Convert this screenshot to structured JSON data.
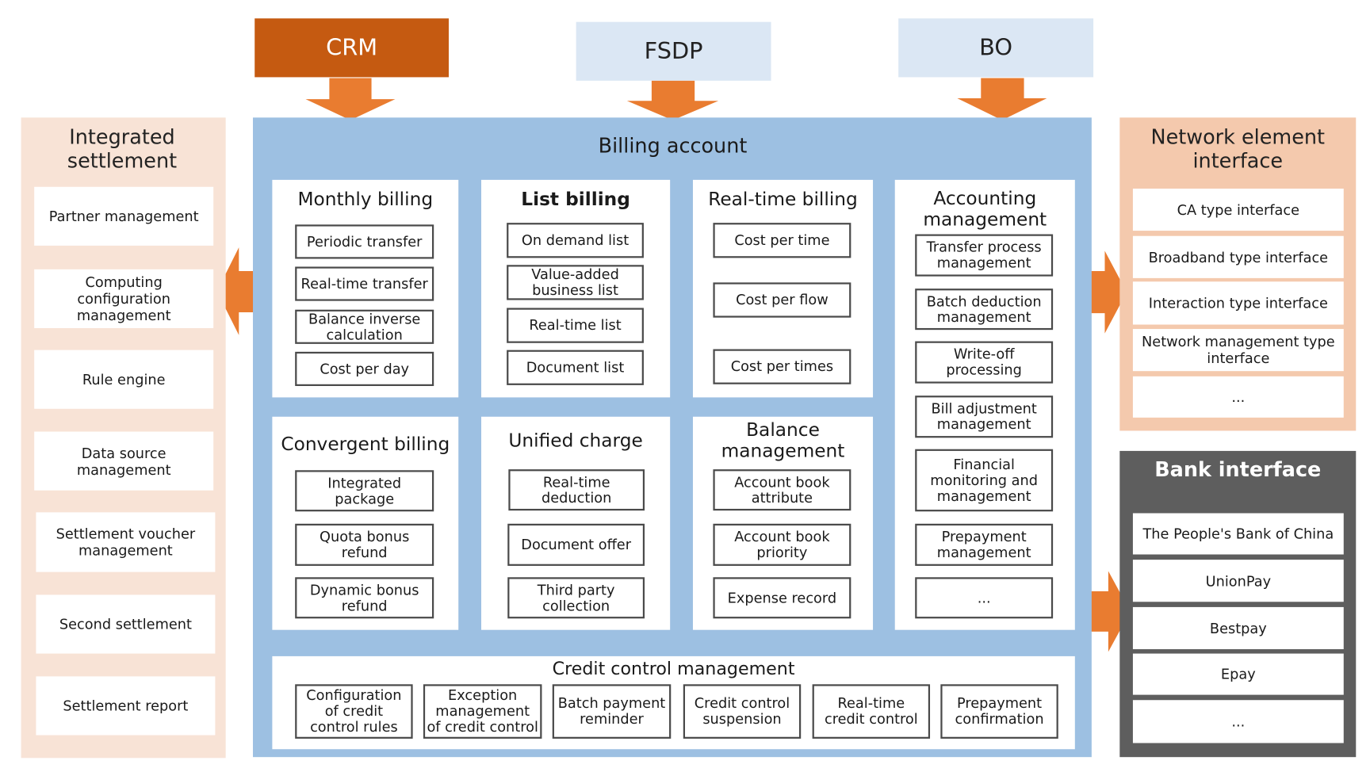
{
  "top_systems": {
    "crm": "CRM",
    "fsdp": "FSDP",
    "bo": "BO"
  },
  "billing_account": {
    "title": "Billing  account"
  },
  "monthly_billing": {
    "title": "Monthly billing",
    "items": [
      "Periodic transfer",
      "Real-time  transfer",
      "Balance inverse calculation",
      "Cost per day"
    ]
  },
  "list_billing": {
    "title": "List billing",
    "items": [
      "On demand  list",
      "Value-added business list",
      "Real-time  list",
      "Document  list"
    ]
  },
  "realtime_billing": {
    "title": "Real-time billing",
    "items": [
      "Cost per time",
      "Cost per flow",
      "Cost per times"
    ]
  },
  "accounting_management": {
    "title": "Accounting management",
    "items": [
      "Transfer process management",
      "Batch deduction management",
      "Write-off processing",
      "Bill adjustment management",
      "Financial monitoring  and management",
      "Prepayment management",
      "..."
    ]
  },
  "convergent_billing": {
    "title": "Convergent billing",
    "items": [
      "Integrated  package",
      "Quota bonus refund",
      "Dynamic bonus refund"
    ]
  },
  "unified_charge": {
    "title": "Unified charge",
    "items": [
      "Real-time deduction",
      "Document offer",
      "Third party collection"
    ]
  },
  "balance_management": {
    "title": "Balance management",
    "items": [
      "Account book attribute",
      "Account book priority",
      "Expense record"
    ]
  },
  "credit_control": {
    "title": "Credit control management",
    "items": [
      "Configuration  of credit control rules",
      "Exception management  of credit control",
      "Batch payment reminder",
      "Credit  control suspension",
      "Real-time  credit control",
      "Prepayment confirmation"
    ]
  },
  "integrated_settlement": {
    "title": "Integrated settlement",
    "items": [
      "Partner management",
      "Computing  configuration management",
      "Rule engine",
      "Data source management",
      "Settlement  voucher management",
      "Second settlement",
      "Settlement  report"
    ]
  },
  "network_element_interface": {
    "title": "Network  element interface",
    "items": [
      "CA type  interface",
      "Broadband type  interface",
      "Interaction  type  interface",
      "Network  management  type interface",
      "..."
    ]
  },
  "bank_interface": {
    "title": "Bank interface",
    "items": [
      "The People's Bank of China",
      "UnionPay",
      "Bestpay",
      "Epay",
      "..."
    ]
  },
  "colors": {
    "crm": "#c55a11",
    "arrow": "#e97c30",
    "billing_bg": "#9dc0e2",
    "top_light": "#dbe7f4",
    "settlement_bg": "#f8e3d6",
    "network_bg": "#f4c9ad",
    "bank_bg": "#5e5e5e"
  }
}
